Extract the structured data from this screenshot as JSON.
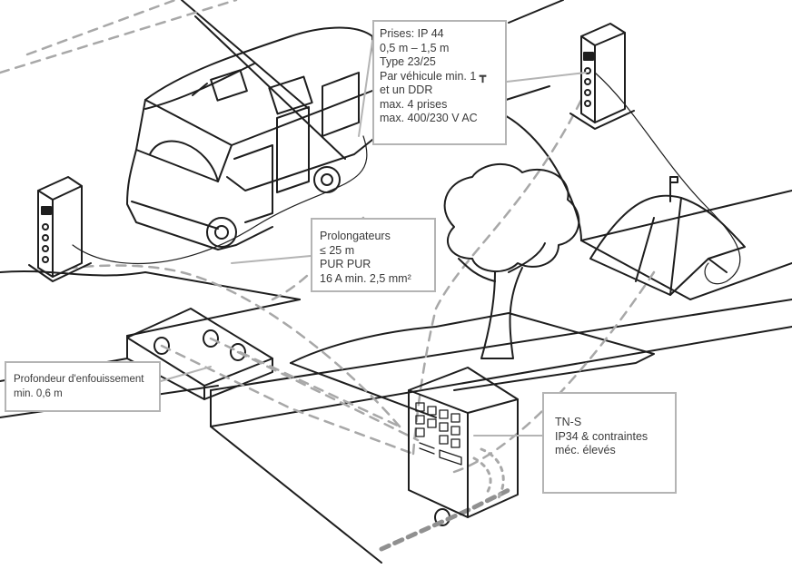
{
  "colors": {
    "line": "#1e1e1e",
    "dash": "#a8a8a8",
    "callout_border": "#b4b4b4",
    "text": "#3a3a3a"
  },
  "callouts": {
    "prises": [
      "Prises: IP 44",
      "0,5 m – 1,5 m",
      "Type 23/25",
      "Par véhicule min. 1 ┳",
      "et un DDR",
      "max. 4 prises",
      "max. 400/230 V AC"
    ],
    "prolongateurs": [
      "Prolongateurs",
      "≤ 25 m",
      "PUR PUR",
      "16 A min. 2,5 mm²"
    ],
    "profondeur": [
      "Profondeur d'enfouissement",
      "min. 0,6 m"
    ],
    "tns": [
      "TN-S",
      "IP34 & contraintes",
      "méc. élevés"
    ]
  },
  "icons": [
    "campervan-icon",
    "power-pedestal-icon",
    "tent-icon",
    "tree-icon",
    "distribution-cabinet-icon",
    "cable-trench-icon"
  ]
}
